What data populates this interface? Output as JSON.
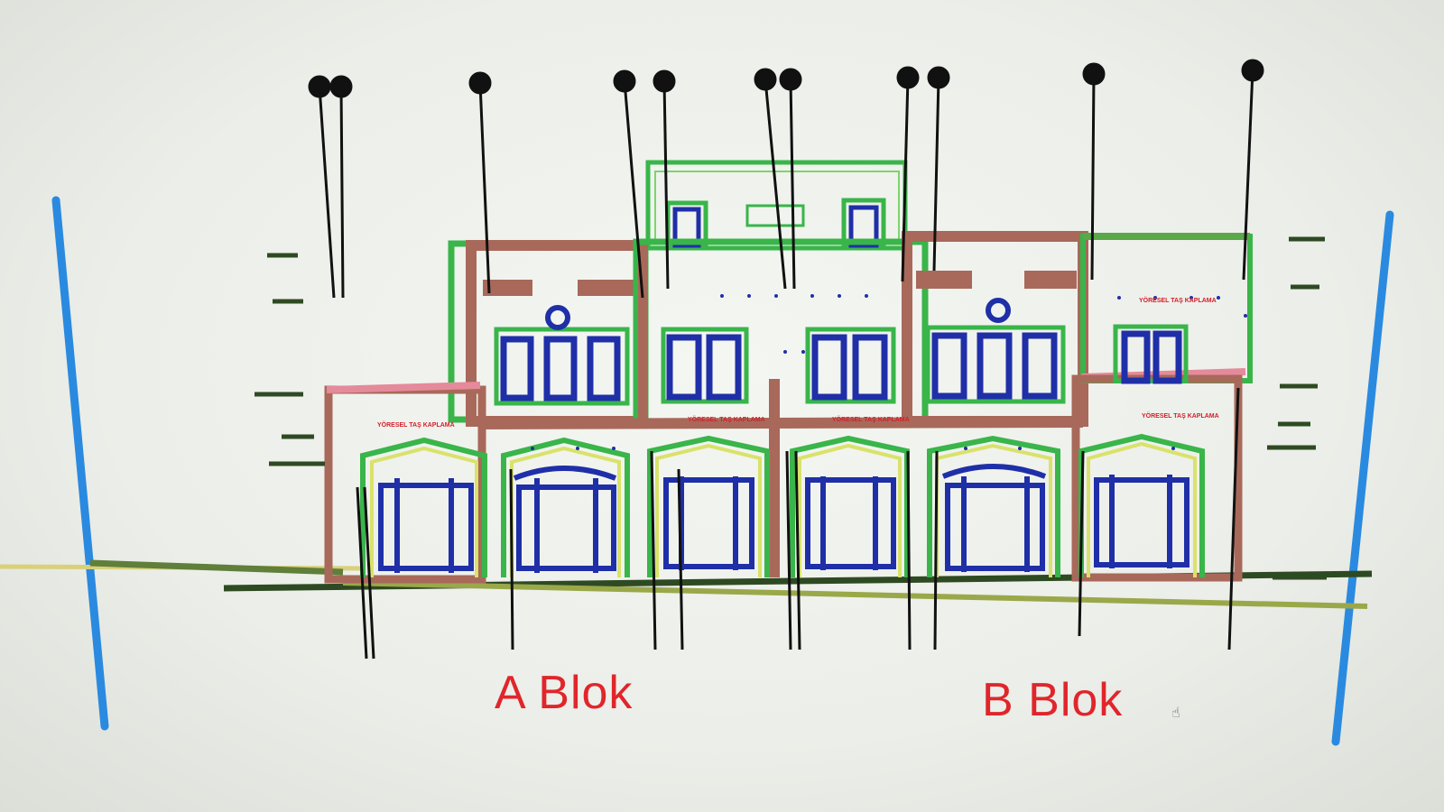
{
  "drawing": {
    "block_labels": [
      "A Blok",
      "B Blok"
    ],
    "cladding_note": "YÖRESEL TAŞ KAPLAMA",
    "colors": {
      "background": "#eef0ec",
      "grid_axis": "#2a8ae0",
      "wall_brown": "#a8695a",
      "frame_green": "#39b54a",
      "dark_green": "#3b5a2a",
      "window_blue": "#1f2fa8",
      "label_red": "#e0262b",
      "leader_black": "#111111",
      "parapet_pink": "#e58a9b",
      "sill_yellow": "#e6e27a"
    },
    "icons": [
      "grid-axis-bubble",
      "level-marker",
      "leader-line"
    ]
  }
}
